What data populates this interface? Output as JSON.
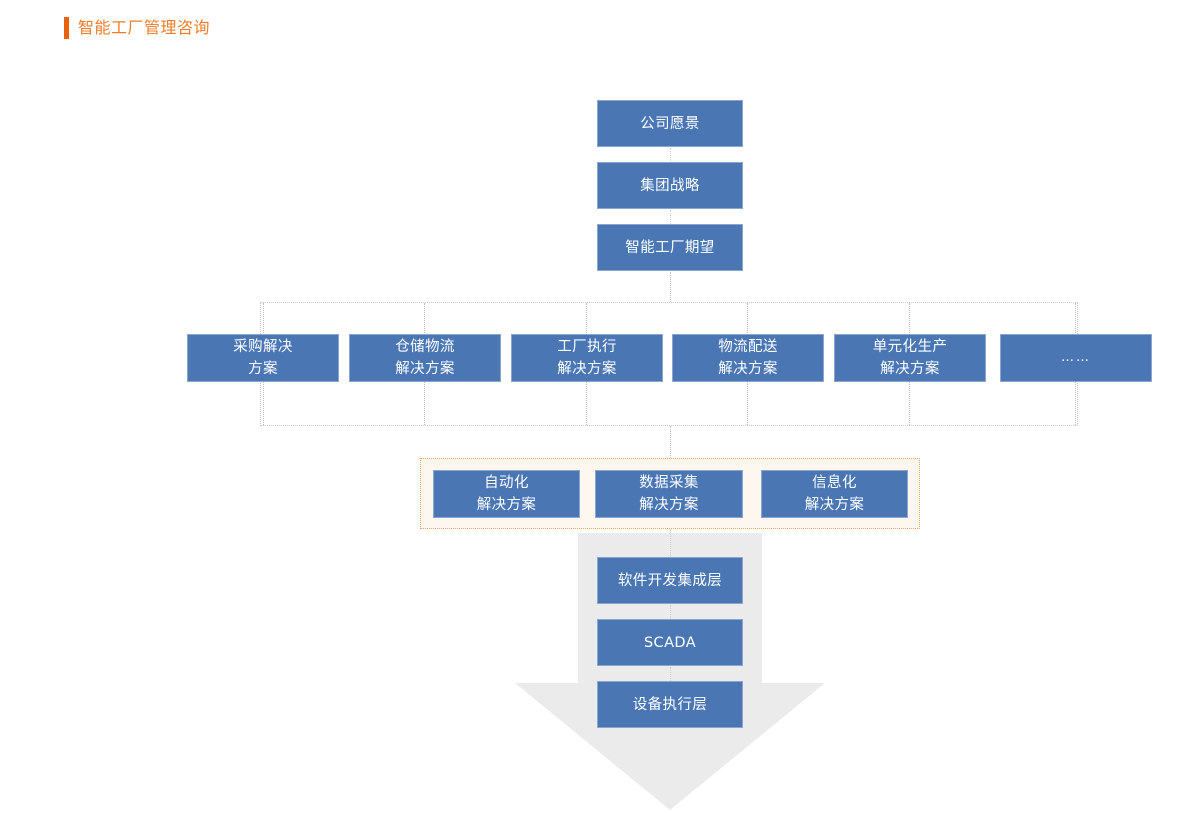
{
  "page": {
    "title": "智能工厂管理咨询",
    "accent_bar_color": "#e8620c",
    "title_color": "#ef7d28",
    "node_color": "#4a77b4",
    "background": "#ffffff",
    "arrow_color": "#ebebeb",
    "cream_panel_color": "#fdf7ef",
    "cream_border_color": "#e0a86a",
    "gray_frame_color": "#c8c8c8"
  },
  "top_chain": [
    {
      "label": "公司愿景"
    },
    {
      "label": "集团战略"
    },
    {
      "label": "智能工厂期望"
    }
  ],
  "solution_row": {
    "items": [
      {
        "label": "采购解决\n方案"
      },
      {
        "label": "仓储物流\n解决方案"
      },
      {
        "label": "工厂执行\n解决方案"
      },
      {
        "label": "物流配送\n解决方案"
      },
      {
        "label": "单元化生产\n解决方案"
      },
      {
        "label": "……"
      }
    ]
  },
  "enabler_row": {
    "items": [
      {
        "label": "自动化\n解决方案"
      },
      {
        "label": "数据采集\n解决方案"
      },
      {
        "label": "信息化\n解决方案"
      }
    ]
  },
  "layer_stack": [
    {
      "label": "软件开发集成层"
    },
    {
      "label": "SCADA"
    },
    {
      "label": "设备执行层"
    }
  ]
}
